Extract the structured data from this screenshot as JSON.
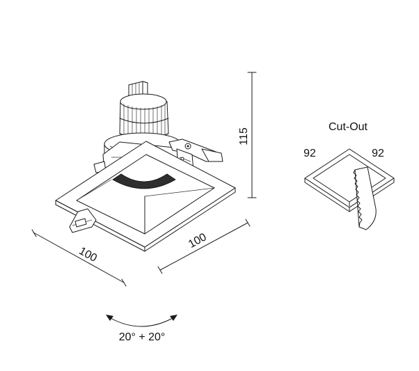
{
  "dimensions": {
    "height": "115",
    "width_left": "100",
    "width_right": "100",
    "tilt": "20° + 20°"
  },
  "cutout": {
    "title": "Cut-Out",
    "left": "92",
    "right": "92"
  }
}
